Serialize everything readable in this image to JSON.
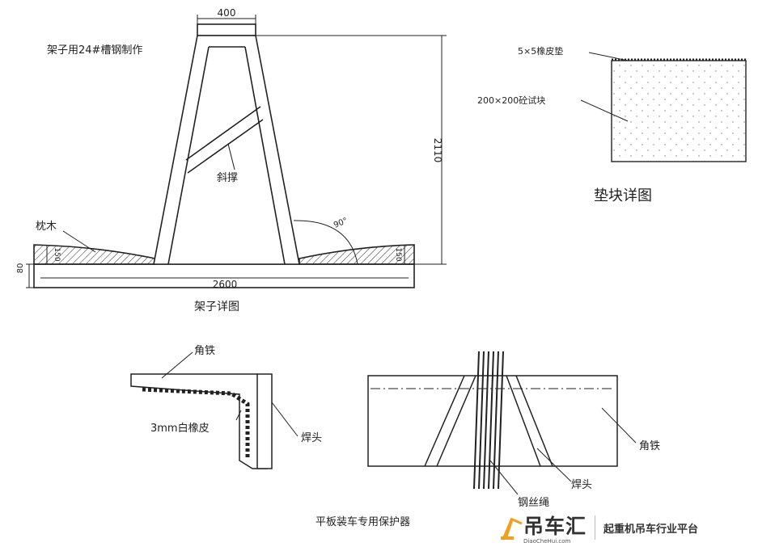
{
  "rack": {
    "top_width": "400",
    "material_note": "架子用24#槽钢制作",
    "height": "2110",
    "brace_label": "斜撑",
    "angle_label": "90°",
    "sleeper_label": "枕木",
    "sleeper_height_left": "150",
    "sleeper_height_right": "150",
    "base_thickness": "80",
    "base_width": "2600",
    "caption": "架子详图"
  },
  "pad": {
    "rubber_label": "5×5橡皮垫",
    "block_label": "200×200砼试块",
    "caption": "垫块详图"
  },
  "protector": {
    "angle_iron_label_left": "角铁",
    "rubber_label": "3mm白橡皮",
    "weld_label_left": "焊头",
    "angle_iron_label_right": "角铁",
    "weld_label_right": "焊头",
    "rope_label": "钢丝绳",
    "caption": "平板装车专用保护器"
  },
  "brand": {
    "name": "吊车汇",
    "sub": "DiaoCheHui.com",
    "slogan": "起重机吊车行业平台",
    "accent": "#f0a020"
  }
}
